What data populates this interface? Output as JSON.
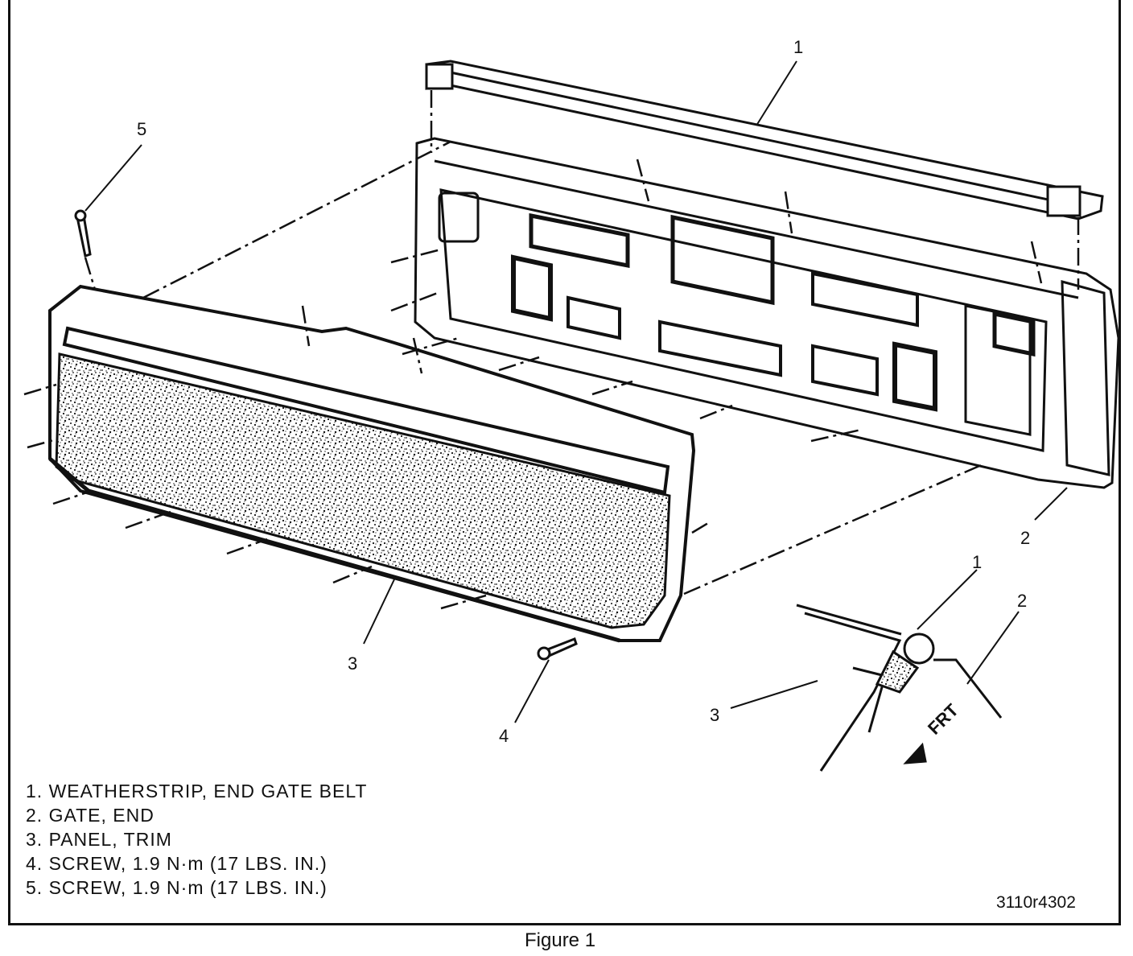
{
  "callouts": {
    "c1_top": "1",
    "c5": "5",
    "c2_right": "2",
    "c1_inset": "1",
    "c2_inset": "2",
    "c3_main": "3",
    "c3_inset": "3",
    "c4": "4"
  },
  "frt_label": "FRT",
  "legend": [
    "1. WEATHERSTRIP, END GATE BELT",
    "2. GATE, END",
    "3. PANEL, TRIM",
    "4. SCREW, 1.9 N·m (17 LBS. IN.)",
    "5. SCREW, 1.9 N·m (17 LBS. IN.)"
  ],
  "figure_code": "3110r4302",
  "caption": "Figure 1"
}
